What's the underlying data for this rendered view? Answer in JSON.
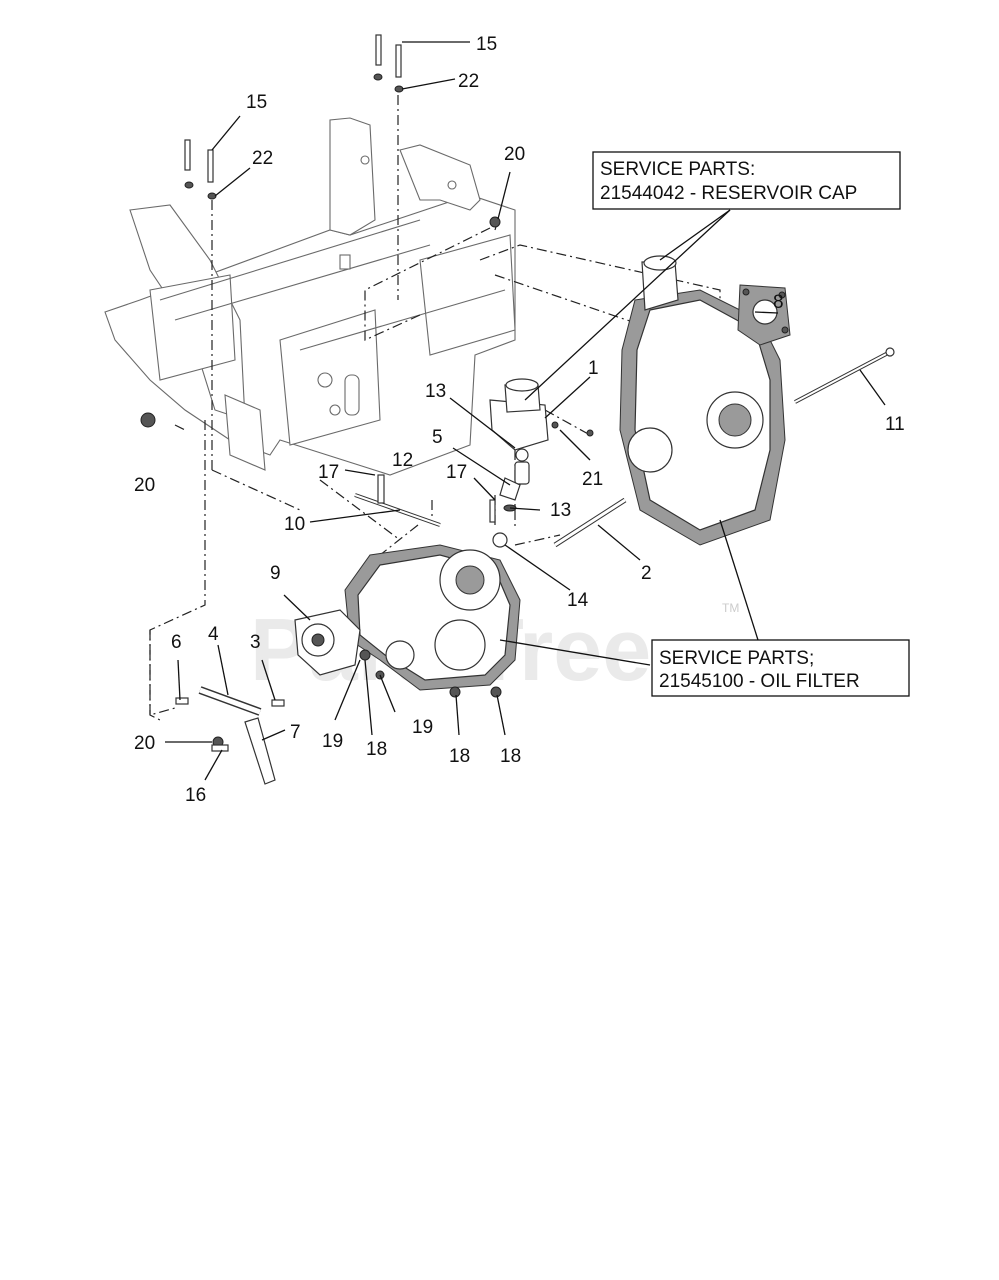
{
  "callouts": {
    "c15_top": "15",
    "c22_top": "22",
    "c15_left": "15",
    "c22_left": "22",
    "c20_topright": "20",
    "c20_left": "20",
    "c8": "8",
    "c1": "1",
    "c11": "11",
    "c13_a": "13",
    "c5": "5",
    "c21": "21",
    "c17_a": "17",
    "c12": "12",
    "c17_b": "17",
    "c13_b": "13",
    "c10": "10",
    "c2": "2",
    "c14": "14",
    "c9": "9",
    "c6": "6",
    "c4": "4",
    "c3": "3",
    "c19_a": "19",
    "c18_a": "18",
    "c19_b": "19",
    "c18_b": "18",
    "c18_c": "18",
    "c20_bottom": "20",
    "c7": "7",
    "c16": "16"
  },
  "notes": {
    "reservoir_cap": {
      "line1": "SERVICE PARTS:",
      "line2": "21544042 - RESERVOIR CAP"
    },
    "oil_filter": {
      "line1": "SERVICE PARTS;",
      "line2": "21545100 - OIL FILTER"
    }
  },
  "watermark": {
    "text": "PartsTree",
    "tm": "TM"
  }
}
